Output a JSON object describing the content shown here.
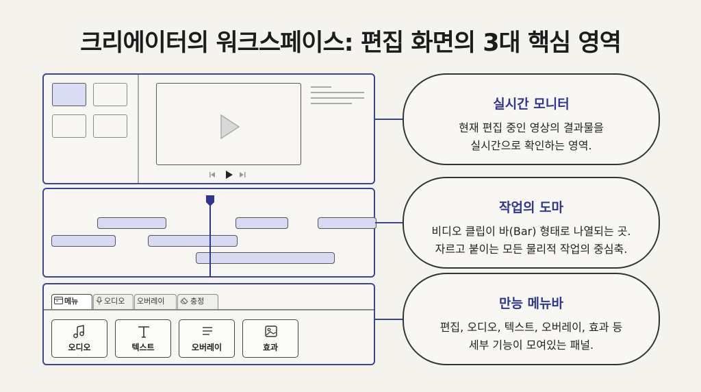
{
  "title": "크리에이터의 워크스페이스: 편집 화면의 3대 핵심 영역",
  "sections": [
    {
      "heading": "실시간 모니터",
      "body_lines": [
        "현재 편집 중인 영상의 결과물을",
        "실시간으로 확인하는 영역."
      ]
    },
    {
      "heading": "작업의 도마",
      "body_lines": [
        "비디오 클립이 바(Bar) 형태로 나열되는 곳.",
        "자르고 붙이는 모든 물리적 작업의 중심축."
      ]
    },
    {
      "heading": "만능 메뉴바",
      "body_lines": [
        "편집, 오디오, 텍스트, 오버레이, 효과 등",
        "세부 기능이 모여있는 패널."
      ]
    }
  ],
  "menu_panel": {
    "tabs": [
      {
        "label": "메뉴",
        "icon": "menu-panel-icon"
      },
      {
        "label": "오디오",
        "icon": "microphone-icon"
      },
      {
        "label": "오버레이",
        "icon": ""
      },
      {
        "label": "충정",
        "icon": "eraser-icon"
      }
    ],
    "tools": [
      {
        "label": "오디오",
        "icon": "music-note-icon"
      },
      {
        "label": "텍스트",
        "icon": "text-t-icon"
      },
      {
        "label": "오버레이",
        "icon": "lines-icon"
      },
      {
        "label": "효과",
        "icon": "image-icon"
      }
    ]
  },
  "colors": {
    "accent": "#3d4394",
    "clip_fill": "#d7daf2",
    "background": "#f5f3ee"
  }
}
